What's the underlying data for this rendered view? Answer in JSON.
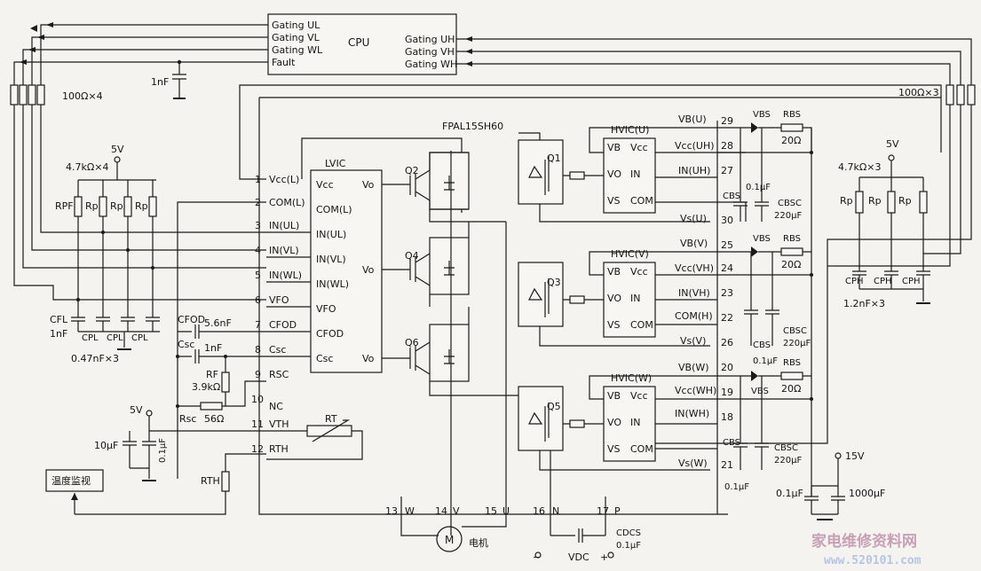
{
  "cpu": {
    "title": "CPU",
    "left_pins": [
      "Gating  UL",
      "Gating  VL",
      "Gating  WL",
      "Fault"
    ],
    "right_pins": [
      "Gating  UH",
      "Gating  VH",
      "Gating  WH"
    ]
  },
  "module": {
    "part": "FPAL15SH60",
    "lvic_title": "LVIC",
    "lvic_pins": [
      "Vcc",
      "COM(L)",
      "IN(UL)",
      "IN(VL)",
      "IN(WL)",
      "VFO",
      "CFOD",
      "Csc"
    ],
    "lvic_outs": [
      "Vo",
      "Vo",
      "Vo"
    ],
    "left_pins": [
      {
        "num": "1",
        "name": "Vcc(L)"
      },
      {
        "num": "2",
        "name": "COM(L)"
      },
      {
        "num": "3",
        "name": "IN(UL)"
      },
      {
        "num": "4",
        "name": "IN(VL)"
      },
      {
        "num": "5",
        "name": "IN(WL)"
      },
      {
        "num": "6",
        "name": "VFO"
      },
      {
        "num": "7",
        "name": "CFOD"
      },
      {
        "num": "8",
        "name": "Csc"
      },
      {
        "num": "9",
        "name": "RSC"
      },
      {
        "num": "10",
        "name": "NC"
      },
      {
        "num": "11",
        "name": "VTH"
      },
      {
        "num": "12",
        "name": "RTH"
      }
    ],
    "bottom_pins": [
      {
        "num": "13",
        "name": "W"
      },
      {
        "num": "14",
        "name": "V"
      },
      {
        "num": "15",
        "name": "U"
      },
      {
        "num": "16",
        "name": "N"
      },
      {
        "num": "17",
        "name": "P"
      }
    ],
    "low_transistors": [
      "Q2",
      "Q4",
      "Q6"
    ],
    "high_sections": [
      {
        "title": "HVIC(U)",
        "q": "Q1",
        "pins_left": [
          "VB",
          "VO",
          "VS"
        ],
        "pins_right": [
          "Vcc",
          "IN",
          "COM"
        ],
        "labels": [
          "VB(U)",
          "Vcc(UH)",
          "IN(UH)",
          "Vs(U)"
        ],
        "nums": [
          "29",
          "28",
          "27",
          "30"
        ]
      },
      {
        "title": "HVIC(V)",
        "q": "Q3",
        "pins_left": [
          "VB",
          "VO",
          "VS"
        ],
        "pins_right": [
          "Vcc",
          "IN",
          "COM"
        ],
        "labels": [
          "VB(V)",
          "Vcc(VH)",
          "IN(VH)",
          "COM(H)",
          "Vs(V)"
        ],
        "nums": [
          "25",
          "24",
          "23",
          "22",
          "26"
        ]
      },
      {
        "title": "HVIC(W)",
        "q": "Q5",
        "pins_left": [
          "VB",
          "VO",
          "VS"
        ],
        "pins_right": [
          "Vcc",
          "IN",
          "COM"
        ],
        "labels": [
          "VB(W)",
          "Vcc(WH)",
          "IN(WH)",
          "Vs(W)"
        ],
        "nums": [
          "20",
          "19",
          "18",
          "21"
        ]
      }
    ]
  },
  "labels": {
    "r_left": "100Ω×4",
    "r_right": "100Ω×3",
    "c_cpu": "1nF",
    "v5_a": "5V",
    "v5_b": "5V",
    "v5_c": "5V",
    "pull_left": "4.7kΩ×4",
    "pull_right": "4.7kΩ×3",
    "rpf": "RPF",
    "rp": "Rp",
    "cfl": "CFL",
    "cfl_val": "1nF",
    "cpl": "CPL",
    "cpl_val": "0.47nF×3",
    "cfod": "CFOD",
    "cfod_val": "5.6nF",
    "csc": "Csc",
    "csc_val": "1nF",
    "rf": "RF",
    "rf_val": "3.9kΩ",
    "rsc": "Rsc",
    "rsc_val": "56Ω",
    "c10": "10μF",
    "c01": "0.1μF",
    "rt": "RT",
    "rth": "RTH",
    "temp_box": "温度监视",
    "rbs": "RBS",
    "vbs": "VBS",
    "r20": "20Ω",
    "cbs": "CBS",
    "cbs_val": "0.1μF",
    "cbsc": "CBSC",
    "cbsc_val": "220μF",
    "cph": "CPH",
    "cph_val": "1.2nF×3",
    "v15": "15V",
    "c15_a": "0.1μF",
    "c15_b": "1000μF",
    "motor": "M",
    "motor_cn": "电机",
    "cdcs": "CDCS",
    "cdcs_val": "0.1μF",
    "vdc": "VDC",
    "minus": "−",
    "plus": "+"
  },
  "watermark": {
    "cn": "家电维修资料网",
    "url": "www.520101.com"
  }
}
